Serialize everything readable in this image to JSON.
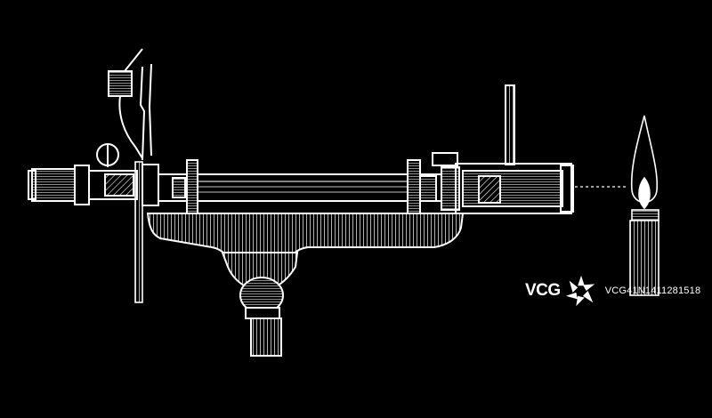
{
  "figure": {
    "background": "#000000",
    "ink": "#ffffff",
    "components": [
      "slit-holder",
      "collimator-tube",
      "eyepiece-tube",
      "prism",
      "stand",
      "flame-candle"
    ]
  },
  "watermark": {
    "brand": "VCG",
    "logo_icon": "vcg-flower-icon",
    "id_text": "VCG41N1411281518"
  }
}
